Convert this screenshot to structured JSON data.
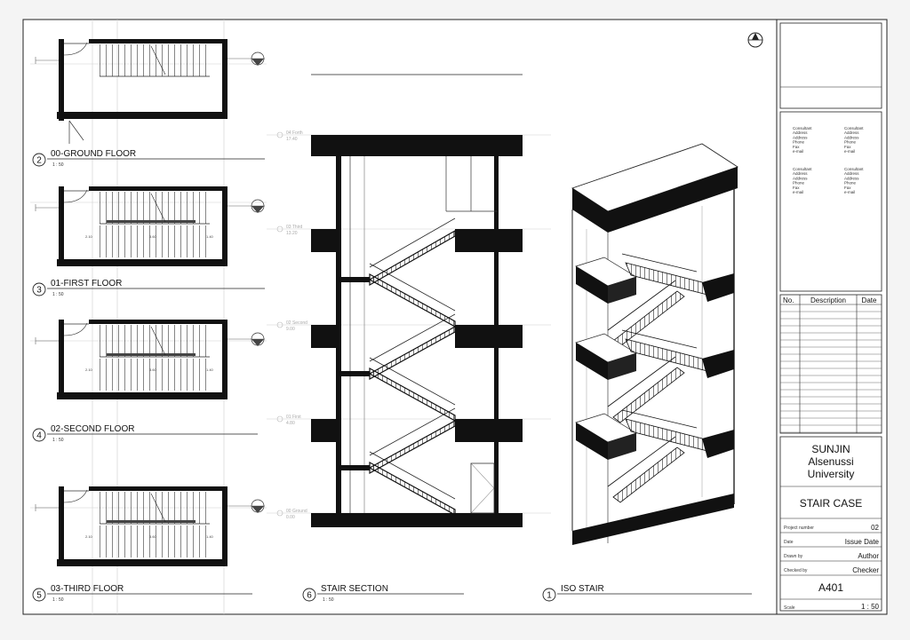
{
  "views": [
    {
      "number": "2",
      "name": "00-GROUND FLOOR",
      "scale": "1 : 50"
    },
    {
      "number": "3",
      "name": "01-FIRST FLOOR",
      "scale": "1 : 50"
    },
    {
      "number": "4",
      "name": "02-SECOND FLOOR",
      "scale": "1 : 50"
    },
    {
      "number": "5",
      "name": "03-THIRD FLOOR",
      "scale": "1 : 50"
    },
    {
      "number": "6",
      "name": "STAIR SECTION",
      "scale": "1 : 50"
    },
    {
      "number": "1",
      "name": "ISO STAIR",
      "scale": ""
    }
  ],
  "consultants": [
    [
      "Consultant",
      "Address",
      "Address",
      "Phone",
      "Fax",
      "e-mail"
    ],
    [
      "Consultant",
      "Address",
      "Address",
      "Phone",
      "Fax",
      "e-mail"
    ],
    [
      "Consultant",
      "Address",
      "Address",
      "Phone",
      "Fax",
      "e-mail"
    ],
    [
      "Consultant",
      "Address",
      "Address",
      "Phone",
      "Fax",
      "e-mail"
    ]
  ],
  "revisions": {
    "col_no": "No.",
    "col_desc": "Description",
    "col_date": "Date"
  },
  "title_block": {
    "owner_line1": "SUNJIN",
    "owner_line2": "Alsenussi",
    "owner_line3": "University",
    "sheet_name": "STAIR CASE",
    "project_number_label": "Project number",
    "project_number_value": "02",
    "date_label": "Date",
    "date_value": "Issue Date",
    "drawn_by_label": "Drawn by",
    "drawn_by_value": "Author",
    "checked_by_label": "Checked by",
    "checked_by_value": "Checker",
    "sheet_number": "A401",
    "scale_label": "Scale",
    "scale_value": "1 : 50"
  },
  "section_levels": [
    {
      "name": "04 Forth",
      "elev": "17.40"
    },
    {
      "name": "03 Third",
      "elev": "13.20"
    },
    {
      "name": "02 Second",
      "elev": "9.00"
    },
    {
      "name": "01 First",
      "elev": "4.80"
    },
    {
      "name": "00 Ground",
      "elev": "0.00"
    }
  ],
  "plan_dims": [
    "2.10",
    "3.60",
    "1.40"
  ]
}
